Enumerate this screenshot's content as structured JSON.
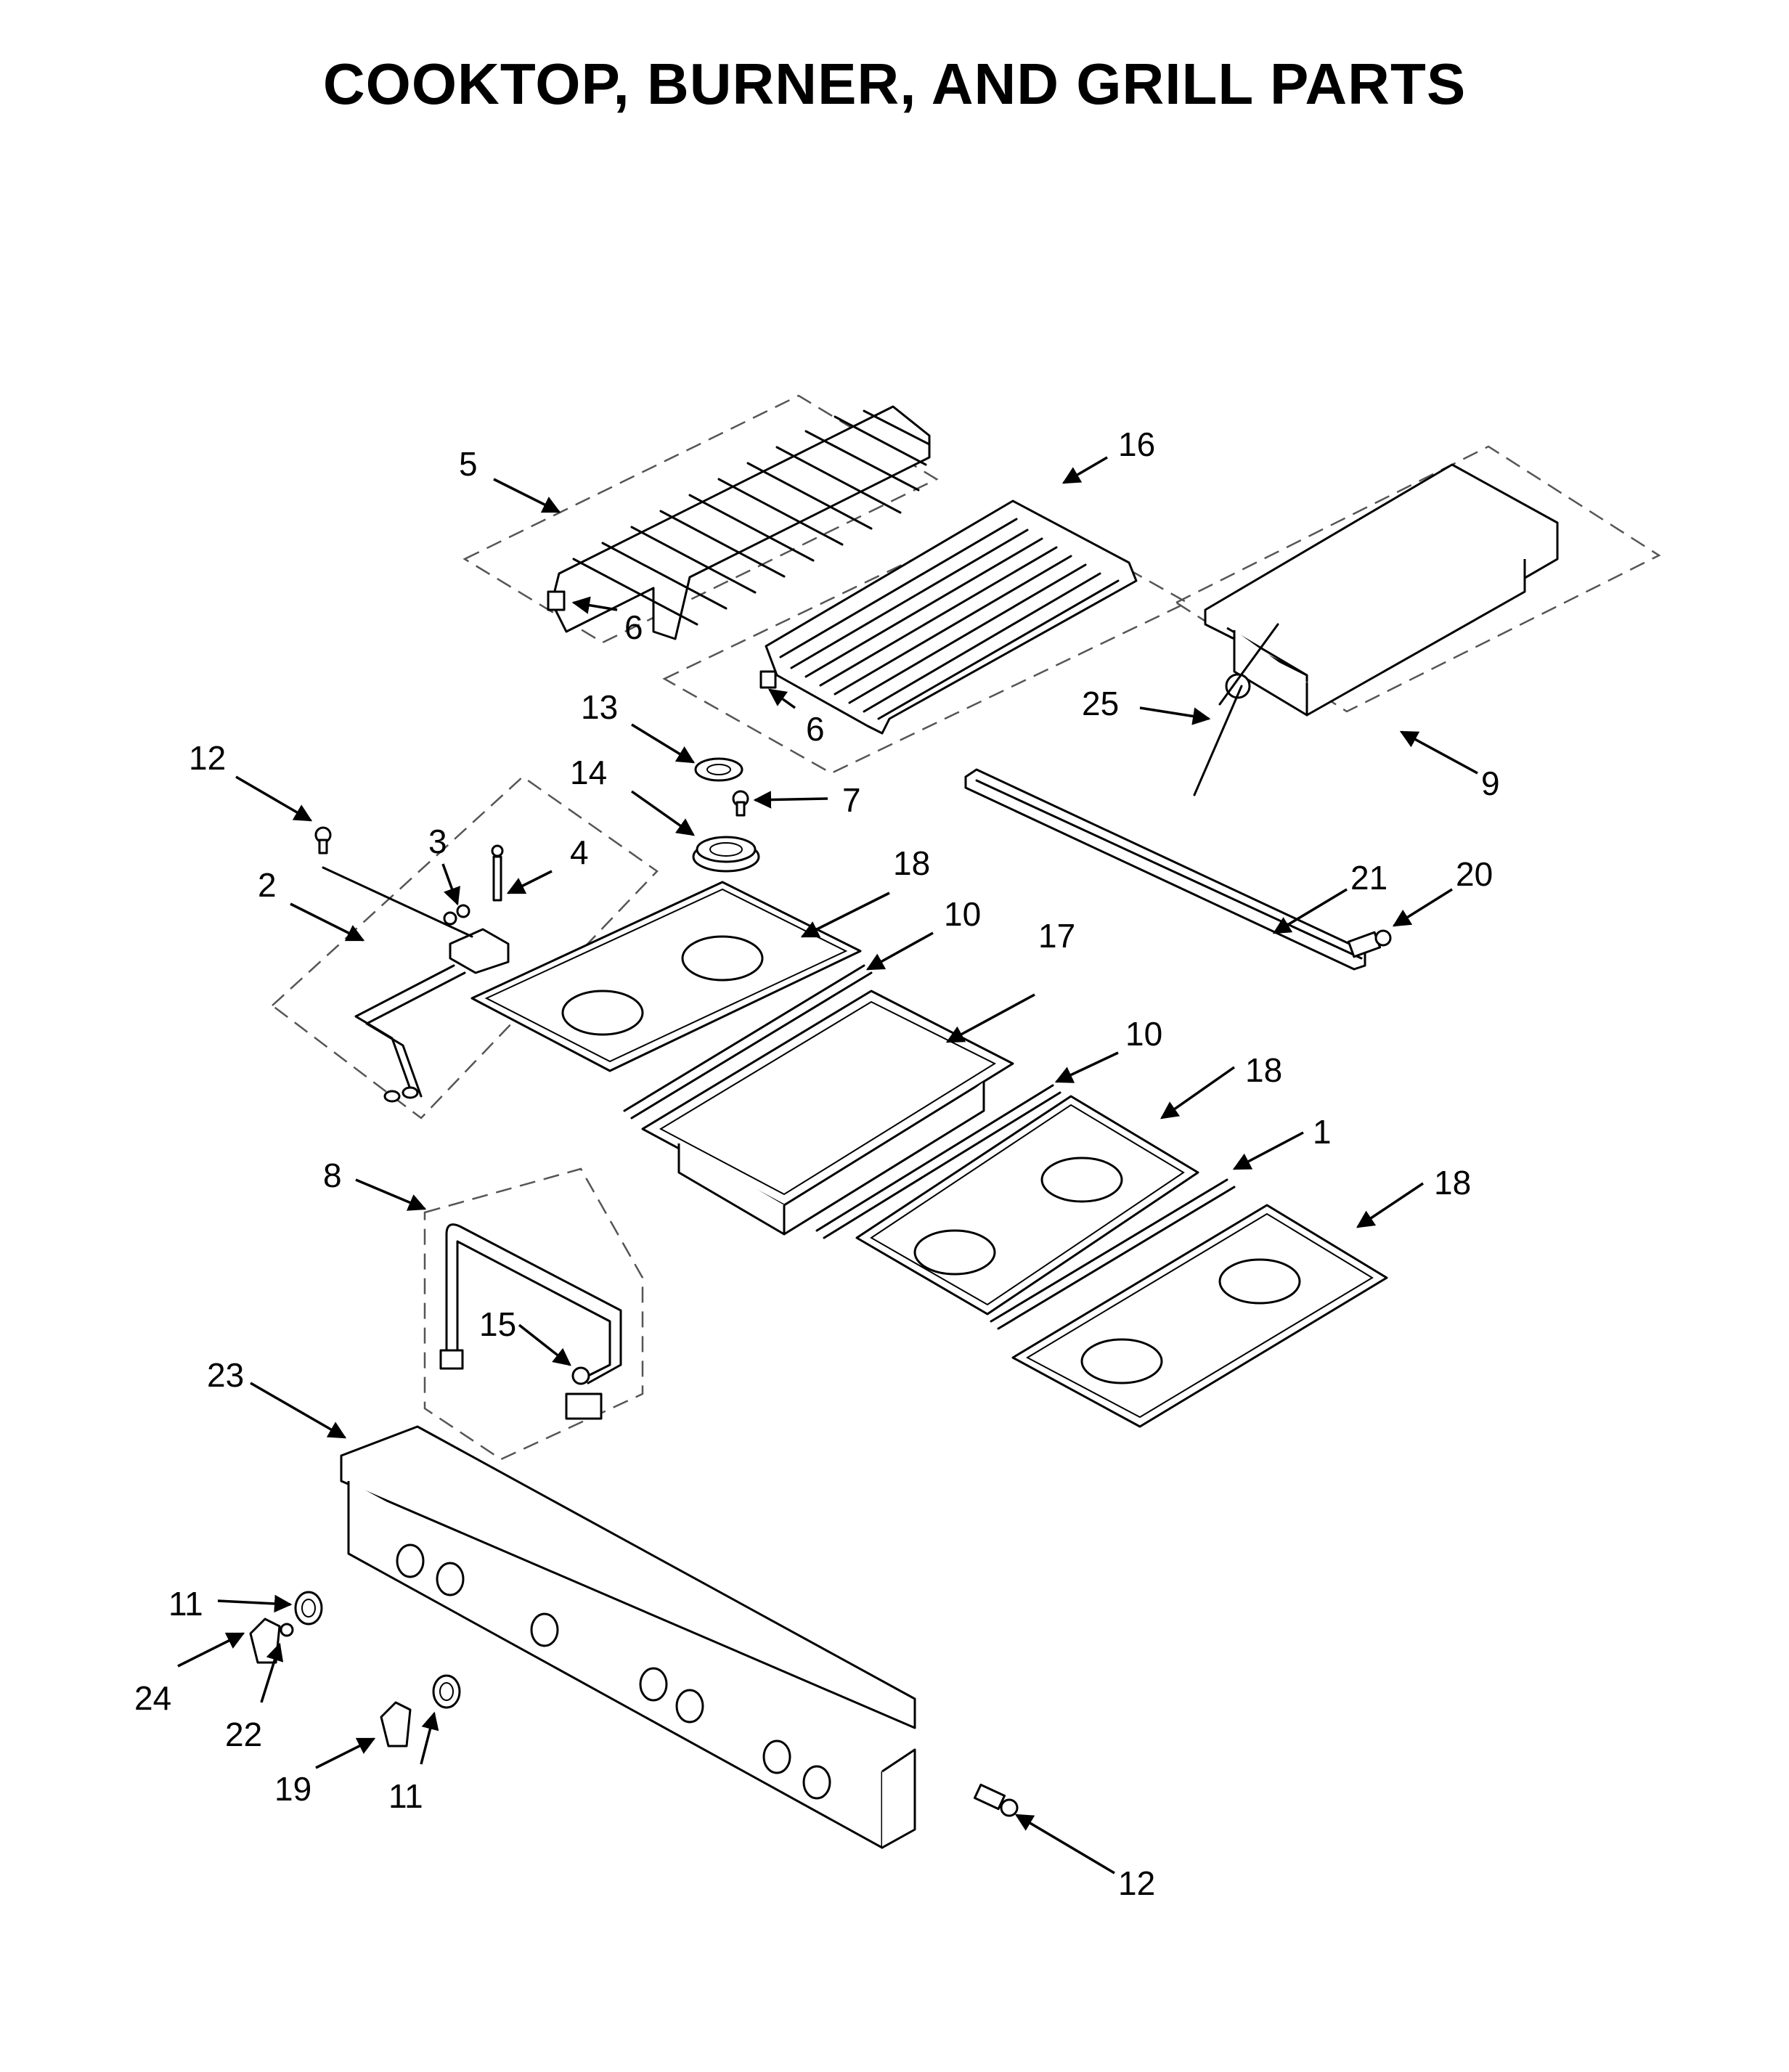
{
  "title": "COOKTOP, BURNER, AND GRILL PARTS",
  "callouts": [
    {
      "id": "c5",
      "label": "5"
    },
    {
      "id": "c16",
      "label": "16"
    },
    {
      "id": "c6a",
      "label": "6"
    },
    {
      "id": "c6b",
      "label": "6"
    },
    {
      "id": "c13",
      "label": "13"
    },
    {
      "id": "c14",
      "label": "14"
    },
    {
      "id": "c7",
      "label": "7"
    },
    {
      "id": "c25",
      "label": "25"
    },
    {
      "id": "c9",
      "label": "9"
    },
    {
      "id": "c12a",
      "label": "12"
    },
    {
      "id": "c3",
      "label": "3"
    },
    {
      "id": "c4",
      "label": "4"
    },
    {
      "id": "c2",
      "label": "2"
    },
    {
      "id": "c18a",
      "label": "18"
    },
    {
      "id": "c10a",
      "label": "10"
    },
    {
      "id": "c17",
      "label": "17"
    },
    {
      "id": "c21",
      "label": "21"
    },
    {
      "id": "c20",
      "label": "20"
    },
    {
      "id": "c10b",
      "label": "10"
    },
    {
      "id": "c18b",
      "label": "18"
    },
    {
      "id": "c1",
      "label": "1"
    },
    {
      "id": "c18c",
      "label": "18"
    },
    {
      "id": "c8",
      "label": "8"
    },
    {
      "id": "c15",
      "label": "15"
    },
    {
      "id": "c23",
      "label": "23"
    },
    {
      "id": "c11a",
      "label": "11"
    },
    {
      "id": "c24",
      "label": "24"
    },
    {
      "id": "c22",
      "label": "22"
    },
    {
      "id": "c19",
      "label": "19"
    },
    {
      "id": "c11b",
      "label": "11"
    },
    {
      "id": "c12b",
      "label": "12"
    }
  ]
}
